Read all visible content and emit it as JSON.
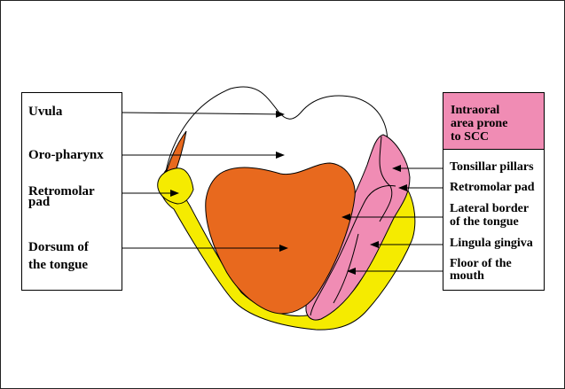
{
  "diagram": {
    "left_labels": {
      "uvula": "Uvula",
      "oropharynx": "Oro-pharynx",
      "retromolar_pad_line1": "Retromolar",
      "retromolar_pad_line2": "pad",
      "dorsum_line1": "Dorsum of",
      "dorsum_line2": "the tongue"
    },
    "legend": {
      "line1": "Intraoral",
      "line2": "area prone",
      "line3": "to SCC",
      "color": "#f08cb4"
    },
    "right_labels": {
      "tonsillar_pillars": "Tonsillar pillars",
      "retromolar_pad": "Retromolar pad",
      "lateral_border_line1": "Lateral border",
      "lateral_border_line2": "of the tongue",
      "lingula_gingiva": "Lingula gingiva",
      "floor_line1": "Floor of the",
      "floor_line2": "mouth"
    },
    "colors": {
      "tongue": "#e8691e",
      "gingiva": "#f5eb00",
      "scc_region": "#f08cb4",
      "outline": "#000000"
    }
  }
}
